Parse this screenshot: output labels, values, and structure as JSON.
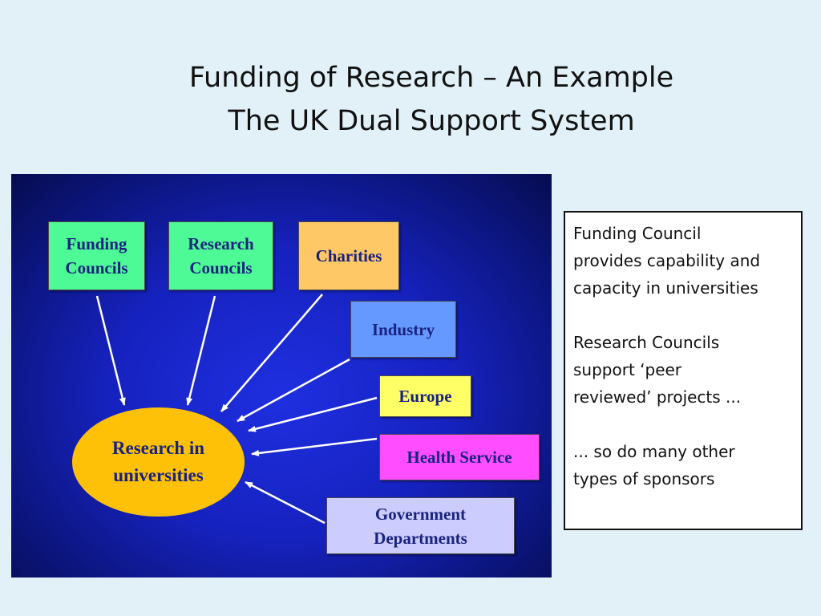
{
  "title": {
    "line1": "Funding of Research – An Example",
    "line2": "The UK Dual Support System"
  },
  "diagram": {
    "center": "Research in\nuniversities",
    "sources": [
      {
        "label": "Funding\nCouncils",
        "color": "#4dfa96"
      },
      {
        "label": "Research\nCouncils",
        "color": "#4dfa96"
      },
      {
        "label": "Charities",
        "color": "#ffc866"
      },
      {
        "label": "Industry",
        "color": "#6699ff"
      },
      {
        "label": "Europe",
        "color": "#ffff66"
      },
      {
        "label": "Health Service",
        "color": "#ff4dff"
      },
      {
        "label": "Government\nDepartments",
        "color": "#ccccff"
      }
    ],
    "arrow_color": "#ffffff"
  },
  "note": {
    "paragraphs": [
      "Funding Council\nprovides capability and\ncapacity in universities",
      "Research Councils\nsupport ‘peer\nreviewed’ projects ...",
      "... so do many other\ntypes of sponsors"
    ]
  }
}
